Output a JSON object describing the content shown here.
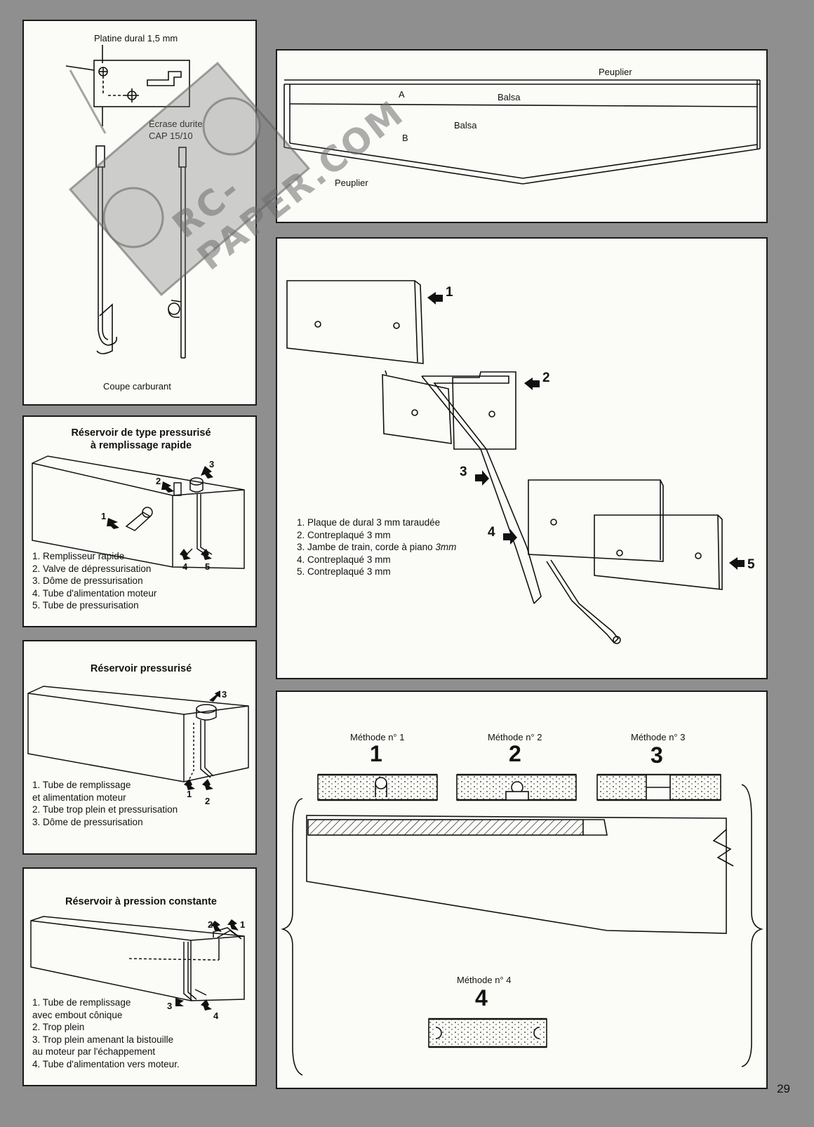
{
  "watermark": "RC-PAPER.COM",
  "page_number": "29",
  "panel_linkage": {
    "label_platine": "Platine dural 1,5 mm",
    "label_ecrase_1": "Écrase durite",
    "label_ecrase_2": "CAP 15/10",
    "label_coupe": "Coupe carburant"
  },
  "panel_wing": {
    "label_peuplier_top": "Peuplier",
    "label_a": "A",
    "label_balsa_1": "Balsa",
    "label_balsa_2": "Balsa",
    "label_b": "B",
    "label_peuplier_bottom": "Peuplier"
  },
  "panel_gear": {
    "markers": [
      "1",
      "2",
      "3",
      "4",
      "5"
    ],
    "legend": [
      "1. Plaque de dural 3 mm taraudée",
      "2. Contreplaqué 3 mm",
      "3. Jambe de train, corde à piano",
      "4. Contreplaqué 3 mm",
      "5. Contreplaqué 3 mm"
    ],
    "legend_3_suffix": "3mm"
  },
  "tank_rapid": {
    "title_1": "Réservoir de type pressurisé",
    "title_2": "à remplissage rapide",
    "markers": [
      "1",
      "2",
      "3",
      "4",
      "5"
    ],
    "legend": [
      "1. Remplisseur rapide",
      "2. Valve de dépressurisation",
      "3. Dôme de pressurisation",
      "4. Tube d'alimentation moteur",
      "5. Tube de pressurisation"
    ]
  },
  "tank_pressurized": {
    "title": "Réservoir pressurisé",
    "markers": [
      "1",
      "2",
      "3"
    ],
    "legend": [
      "1. Tube de remplissage",
      "et alimentation moteur",
      "2. Tube trop plein et pressurisation",
      "3. Dôme de pressurisation"
    ]
  },
  "tank_constant": {
    "title": "Réservoir à pression constante",
    "markers": [
      "1",
      "2",
      "3",
      "4"
    ],
    "legend": [
      "1. Tube de remplissage",
      "avec embout cônique",
      "2. Trop plein",
      "3. Trop plein amenant la bistouille",
      "au moteur par l'échappement",
      "4. Tube d'alimentation vers moteur."
    ]
  },
  "panel_methods": {
    "methods": [
      {
        "label": "Méthode n° 1",
        "number": "1"
      },
      {
        "label": "Méthode n° 2",
        "number": "2"
      },
      {
        "label": "Méthode n° 3",
        "number": "3"
      },
      {
        "label": "Méthode n° 4",
        "number": "4"
      }
    ]
  }
}
